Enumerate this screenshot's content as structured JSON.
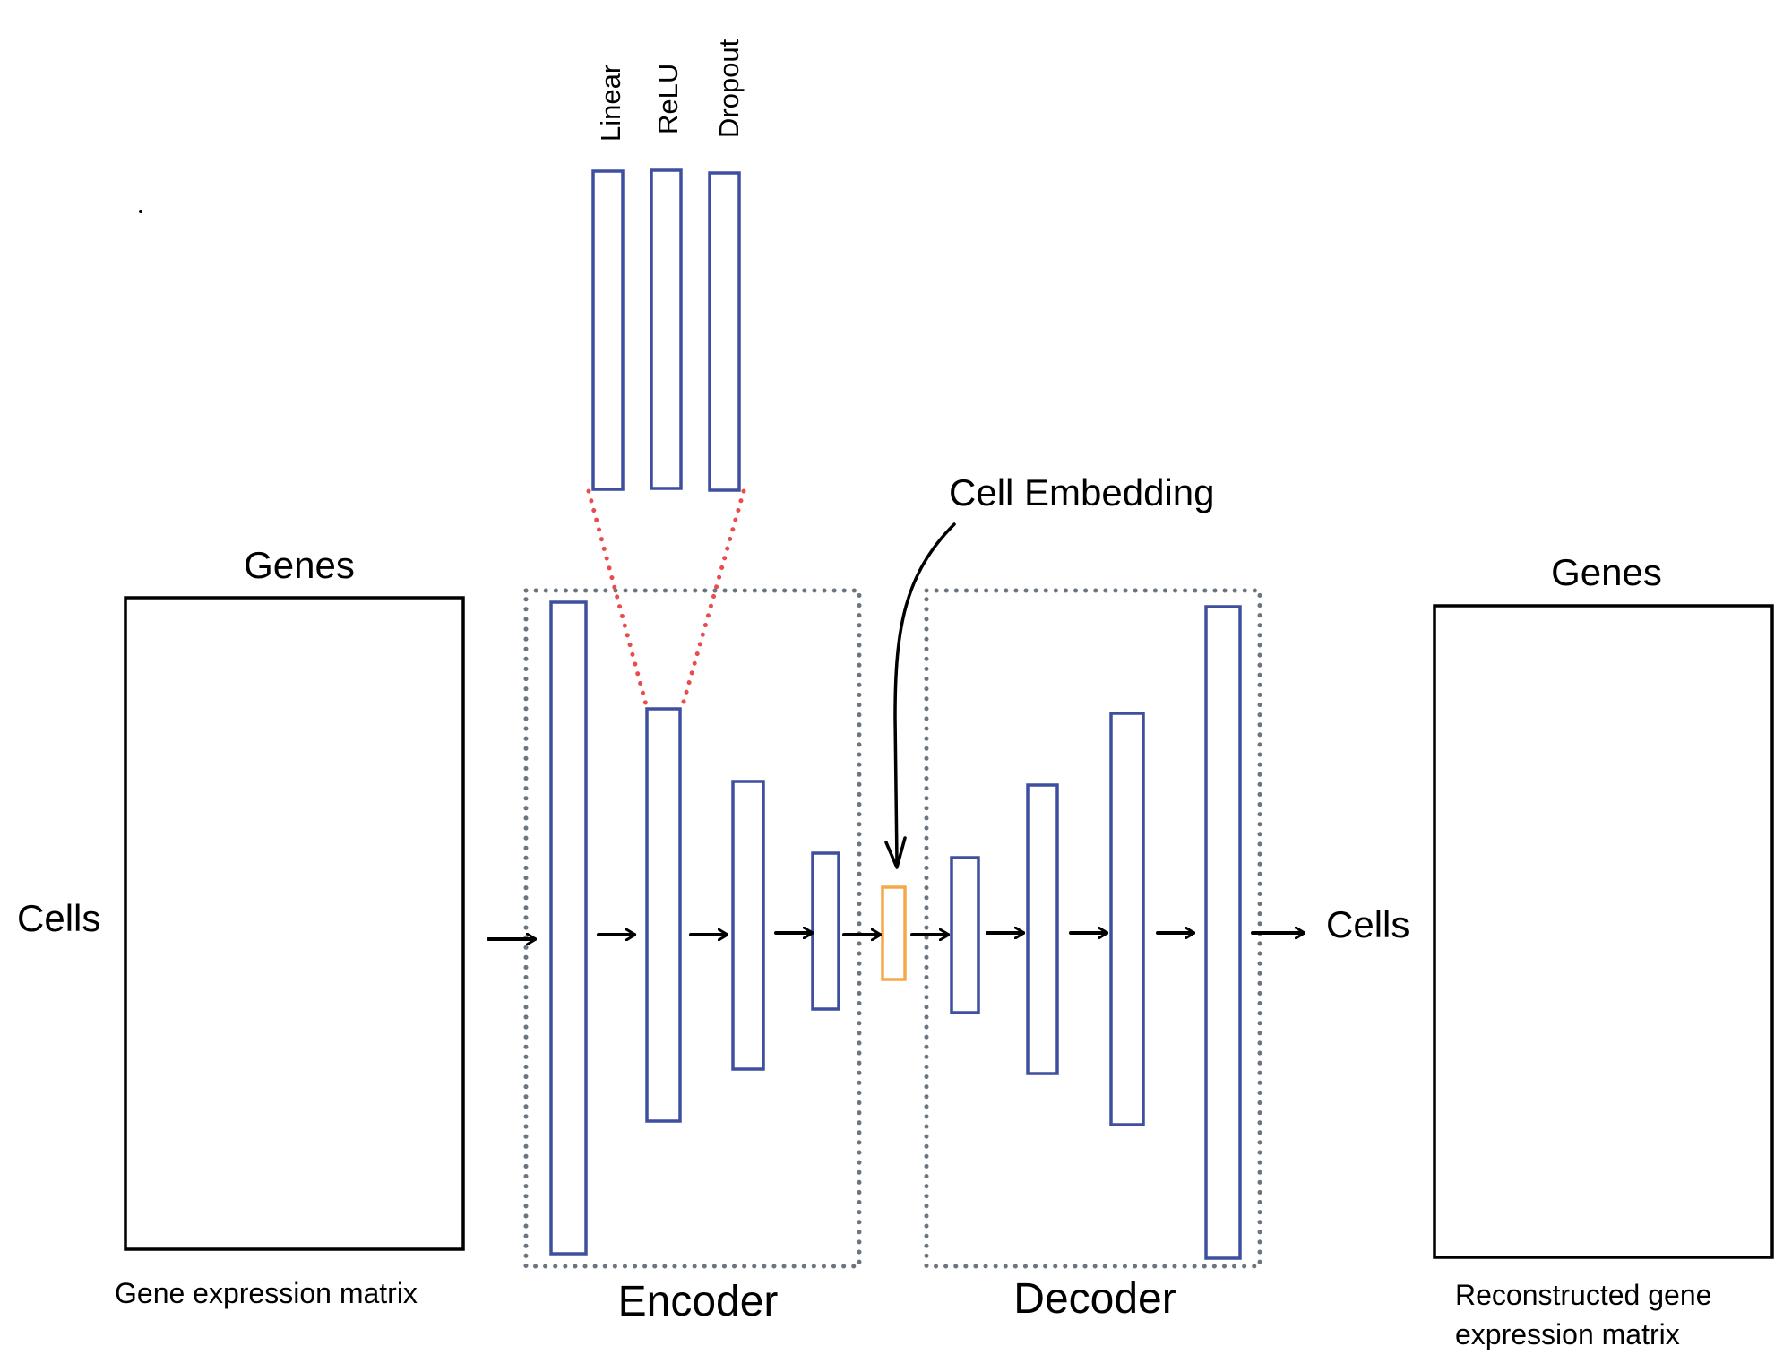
{
  "colors": {
    "layer": "#3f4fa0",
    "embedding": "#f5a84a",
    "zoom_lines": "#e84c4c",
    "module_border": "#6b7580",
    "matrix": "#000000"
  },
  "input_matrix": {
    "columns_label": "Genes",
    "rows_label": "Cells",
    "caption": "Gene expression matrix"
  },
  "output_matrix": {
    "columns_label": "Genes",
    "rows_label": "Cells",
    "caption_line1": "Reconstructed gene",
    "caption_line2": "expression matrix"
  },
  "encoder": {
    "label": "Encoder",
    "layer_count": 4
  },
  "decoder": {
    "label": "Decoder",
    "layer_count": 4
  },
  "embedding": {
    "label": "Cell Embedding"
  },
  "layer_detail": {
    "components": [
      "Linear",
      "ReLU",
      "Dropout"
    ]
  }
}
